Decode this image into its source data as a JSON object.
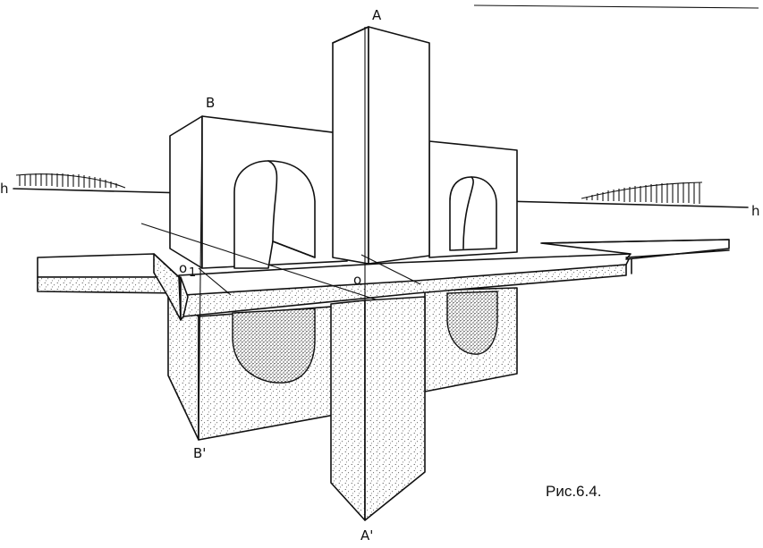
{
  "labels": {
    "point_a": "A",
    "point_a_reflection": "A'",
    "point_b": "B",
    "point_b_reflection": "B'",
    "point_o": "o",
    "point_o1": "o",
    "point_o1_sub": "1",
    "horizon_left": "h",
    "horizon_right": "h"
  },
  "caption": "Рис.6.4."
}
